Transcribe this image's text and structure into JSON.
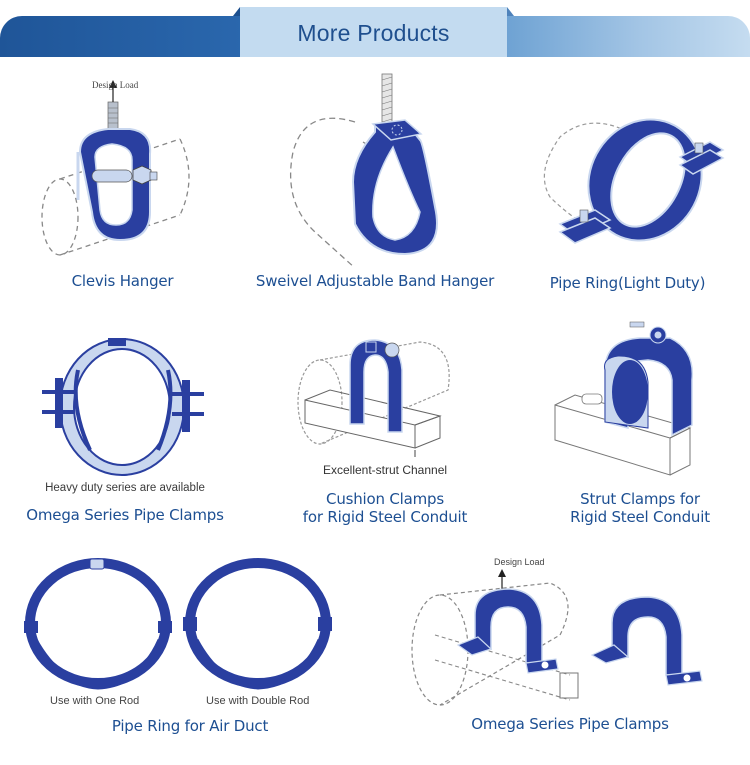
{
  "header": {
    "title": "More Products",
    "colors": {
      "bar_dark": "#1f5598",
      "bar_light": "#c5dcf0",
      "tab_bg": "#c3dbf0",
      "title_text": "#1f4f8e"
    }
  },
  "theme": {
    "label_color": "#1d4f92",
    "product_blue": "#2a3fa0",
    "highlight": "#c9d7ef"
  },
  "products": [
    {
      "name": "Clevis Hanger",
      "annotation": "Design Load"
    },
    {
      "name": "Sweivel Adjustable Band Hanger"
    },
    {
      "name": "Pipe Ring(Light Duty)"
    },
    {
      "name": "Omega Series Pipe Clamps",
      "note": "Heavy  duty series are available"
    },
    {
      "name_line1": "Cushion Clamps",
      "name_line2": "for Rigid Steel Conduit",
      "note": "Excellent-strut Channel"
    },
    {
      "name_line1": "Strut Clamps for",
      "name_line2": "Rigid Steel Conduit"
    },
    {
      "name": "Pipe Ring for Air Duct",
      "note_left": "Use with One  Rod",
      "note_right": "Use with Double Rod"
    },
    {
      "name": "Omega Series Pipe Clamps",
      "annotation": "Design Load"
    }
  ]
}
